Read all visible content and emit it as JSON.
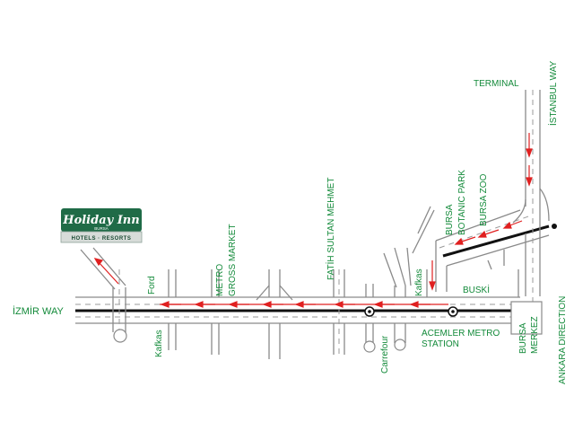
{
  "map": {
    "hotel": {
      "brand": "Holiday Inn",
      "city": "BURSA",
      "tagline": "HOTELS · RESORTS"
    },
    "labels": {
      "izmir_way": "İZMİR WAY",
      "terminal": "TERMINAL",
      "istanbul_way": "İSTANBUL WAY",
      "ankara_direction": "ANKARA DIRECTION",
      "ford": "Ford",
      "kafkas_left": "Kafkas",
      "kafkas_right": "Kafkas",
      "metro_gross_1": "METRO",
      "metro_gross_2": "GROSS MARKET",
      "fatih_sultan": "FATİH SULTAN MEHMET",
      "carrefour": "Carrefour",
      "acemler_1": "ACEMLER METRO",
      "acemler_2": "STATION",
      "buski": "BUSKİ",
      "botanic_1": "BURSA",
      "botanic_2": "BOTANIC PARK",
      "bursa_zoo": "BURSA ZOO",
      "bursa_merkez_1": "BURSA",
      "bursa_merkez_2": "MERKEZ"
    },
    "colors": {
      "label": "#138a3a",
      "route_arrow": "#e02020",
      "main_road": "#111111",
      "road_edge": "#8a8a8a",
      "logo_green": "#1f6b47"
    }
  }
}
